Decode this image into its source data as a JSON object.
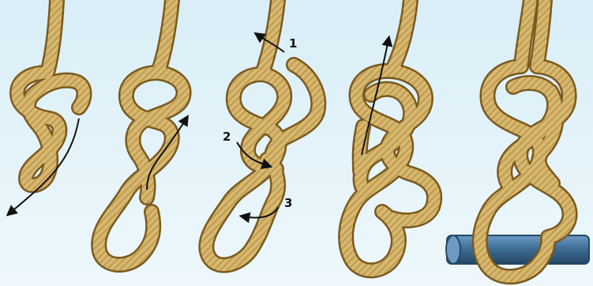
{
  "colors": {
    "background_top": "#d9eef7",
    "background_bottom": "#eef8fc",
    "rope_outline": "#7a5a1e",
    "rope_body": "#d9b870",
    "rope_highlight": "#f2dc9e",
    "rope_twist": "#a8843c",
    "arrow": "#111111",
    "bar_body": "#3f6e96",
    "bar_highlight": "#6d9bc4",
    "bar_shadow": "#244866"
  },
  "steps": {
    "step1": {
      "label": "1"
    },
    "step2": {
      "label": "2"
    },
    "step3": {
      "label": "3"
    }
  },
  "panels": [
    "step-a",
    "step-b",
    "step-c",
    "step-d",
    "step-e"
  ]
}
